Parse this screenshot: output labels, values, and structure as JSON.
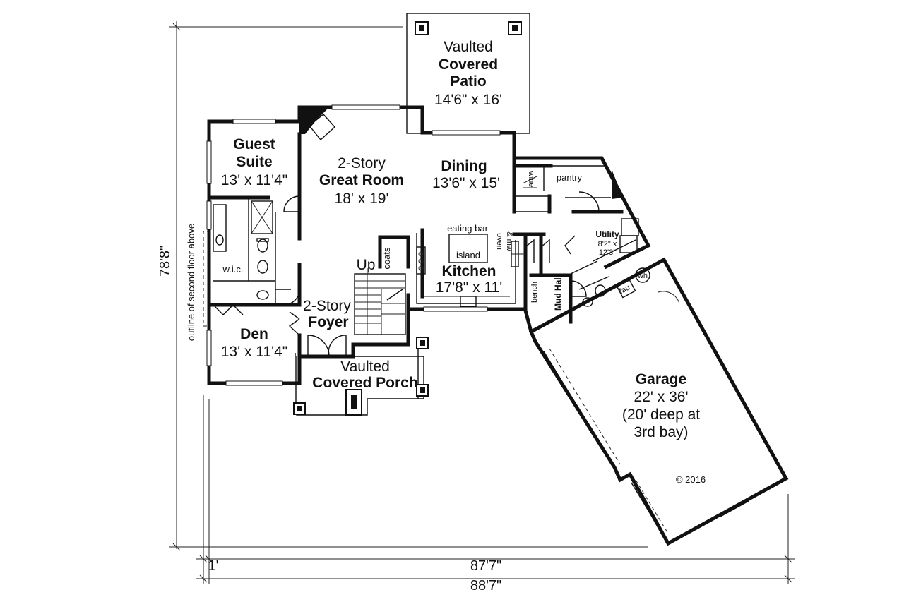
{
  "rooms": {
    "patio": {
      "l1": "Vaulted",
      "l2": "Covered",
      "l3": "Patio",
      "size": "14'6\" x 16'"
    },
    "guest": {
      "l1": "Guest",
      "l2": "Suite",
      "size": "13' x 11'4\""
    },
    "great": {
      "l1": "2-Story",
      "l2": "Great Room",
      "size": "18' x 19'"
    },
    "dining": {
      "name": "Dining",
      "size": "13'6\" x 15'"
    },
    "kitchen": {
      "name": "Kitchen",
      "size": "17'8\" x 11'"
    },
    "utility": {
      "name": "Utility",
      "s1": "8'2\" x",
      "s2": "12'3\""
    },
    "mudhall": {
      "name": "Mud Hall"
    },
    "den": {
      "name": "Den",
      "size": "13' x 11'4\""
    },
    "foyer": {
      "l1": "2-Story",
      "l2": "Foyer"
    },
    "porch": {
      "l1": "Vaulted",
      "l2": "Covered Porch"
    },
    "garage": {
      "name": "Garage",
      "size": "22' x 36'",
      "n1": "(20' deep at",
      "n2": "3rd bay)"
    }
  },
  "fixtures": {
    "wine": "wine",
    "pantry": "pantry",
    "eating_bar": "eating bar",
    "island": "island",
    "oven": "oven",
    "mw": "& mw",
    "coats": "coats",
    "up": "Up",
    "wic": "w.i.c.",
    "bench": "bench",
    "fau": "fau",
    "wh": "wh"
  },
  "notes": {
    "second_floor": "outline of second floor above",
    "copyright": "© 2016"
  },
  "dimensions": {
    "depth": "78'8\"",
    "offset": "1'",
    "inner_width": "87'7\"",
    "outer_width": "88'7\""
  }
}
